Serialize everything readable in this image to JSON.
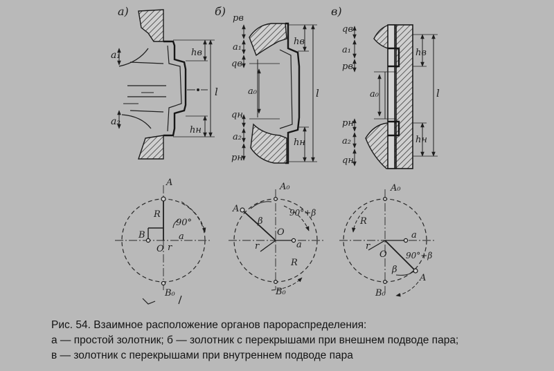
{
  "figure": {
    "panel_labels": [
      "а)",
      "б)",
      "в)"
    ],
    "panel_a_section": {
      "labels": [
        "a₁",
        "a₂",
        "hв",
        "hн",
        "l"
      ]
    },
    "panel_b_section": {
      "labels": [
        "pв",
        "a₁",
        "qв",
        "a₀",
        "qн",
        "a₂",
        "pн",
        "hв",
        "hн",
        "l"
      ]
    },
    "panel_c_section": {
      "labels": [
        "qв",
        "a₁",
        "pв",
        "a₀",
        "pн",
        "a₂",
        "qн",
        "hв",
        "hн",
        "l"
      ]
    },
    "panel_a_diagram": {
      "labels": [
        "A",
        "R",
        "90°",
        "B",
        "O",
        "a",
        "r",
        "B₀"
      ]
    },
    "panel_b_diagram": {
      "labels": [
        "A₀",
        "A",
        "90°+β",
        "β",
        "O",
        "a",
        "r",
        "R",
        "B₀"
      ]
    },
    "panel_c_diagram": {
      "labels": [
        "A₀",
        "R",
        "r",
        "O",
        "a",
        "90°+β",
        "β",
        "A",
        "B₀"
      ]
    }
  },
  "caption": {
    "line1": "Рис. 54. Взаимное расположение органов парораспределения:",
    "line2": "а — простой золотник; б — золотник с перекрышами при внешнем подводе пара;",
    "line3": "в — золотник с перекрышами при внутреннем подводе пара"
  }
}
